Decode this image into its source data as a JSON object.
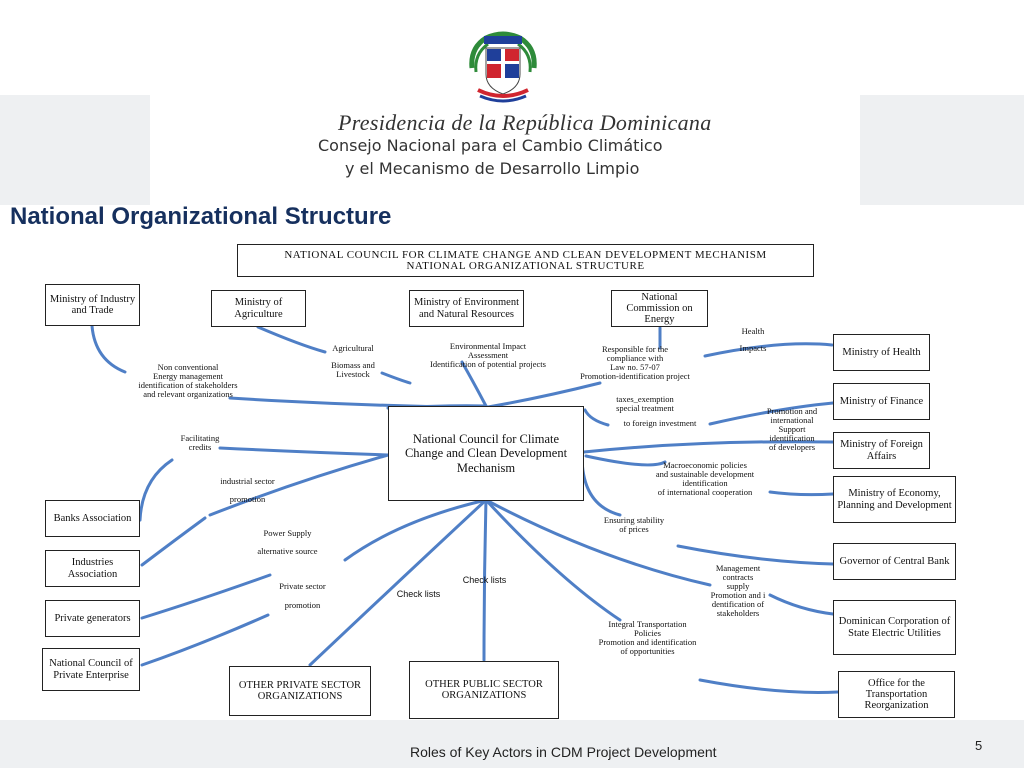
{
  "header": {
    "org_line_script": "Presidencia de la República Dominicana",
    "org_line_1": "Consejo Nacional para el Cambio Climático",
    "org_line_2": "y el Mecanismo de Desarrollo Limpio"
  },
  "page_title": "National Organizational Structure",
  "diagram": {
    "banner_line_1": "NATIONAL COUNCIL FOR CLIMATE CHANGE AND CLEAN DEVELOPMENT MECHANISM",
    "banner_line_2": "NATIONAL ORGANIZATIONAL STRUCTURE",
    "central_node": "National Council for Climate Change and Clean Development Mechanism",
    "nodes": {
      "industry_trade": "Ministry of Industry and Trade",
      "agriculture": "Ministry of Agriculture",
      "environment": "Ministry of Environment and Natural Resources",
      "energy_commission": "National Commission on Energy",
      "health": "Ministry of Health",
      "finance": "Ministry of Finance",
      "foreign_affairs": "Ministry of Foreign Affairs",
      "economy": "Ministry of Economy, Planning and Development",
      "central_bank": "Governor of Central Bank",
      "state_electric": "Dominican Corporation of State Electric Utilities",
      "transportation": "Office for the Transportation Reorganization",
      "banks": "Banks Association",
      "industries": "Industries Association",
      "private_generators": "Private generators",
      "private_enterprise": "National Council of Private Enterprise",
      "other_private": "OTHER PRIVATE SECTOR ORGANIZATIONS",
      "other_public": "OTHER PUBLIC SECTOR ORGANIZATIONS"
    },
    "edge_labels": {
      "nonconventional": "Non conventional\nEnergy management\nidentification of stakeholders\nand relevant organizations",
      "agricultural": "Agricultural",
      "biomass": "Biomass and\nLivestock",
      "env_impact": "Environmental Impact\nAssessment\nIdentification of potential projects",
      "compliance": "Responsible for the\ncompliance with\nLaw no. 57-07\nPromotion-identification project",
      "health": "Health",
      "impacts": "Impacts",
      "taxes": "taxes_exemption\nspecial treatment",
      "foreign_investment": "to foreign investment",
      "intl_support": "Promotion and\ninternational\nSupport\nidentification\nof developers",
      "facilitating": "Facilitating\ncredits",
      "industrial": "industrial sector",
      "promotion_1": "promotion",
      "macroeconomic": "Macroeconomic policies\nand sustainable development\nidentification\nof international cooperation",
      "power_supply": "Power Supply",
      "alternative": "alternative source",
      "stability": "Ensuring stability\nof prices",
      "private_sector": "Private sector",
      "promotion_2": "promotion",
      "check_1": "Check lists",
      "check_2": "Check lists",
      "management": "Management\ncontracts\nsupply\nPromotion and i\ndentification of\nstakeholders",
      "transport_policies": "Integral Transportation\nPolicies\nPromotion and identification\nof opportunities"
    }
  },
  "footer": {
    "title": "Roles of Key Actors in CDM Project Development",
    "page_number": "5"
  },
  "colors": {
    "title": "#16305e",
    "connector": "#4f7fc6",
    "logo_blue": "#1f3f9a",
    "logo_red": "#d0252f",
    "logo_green": "#2e8b3a"
  }
}
